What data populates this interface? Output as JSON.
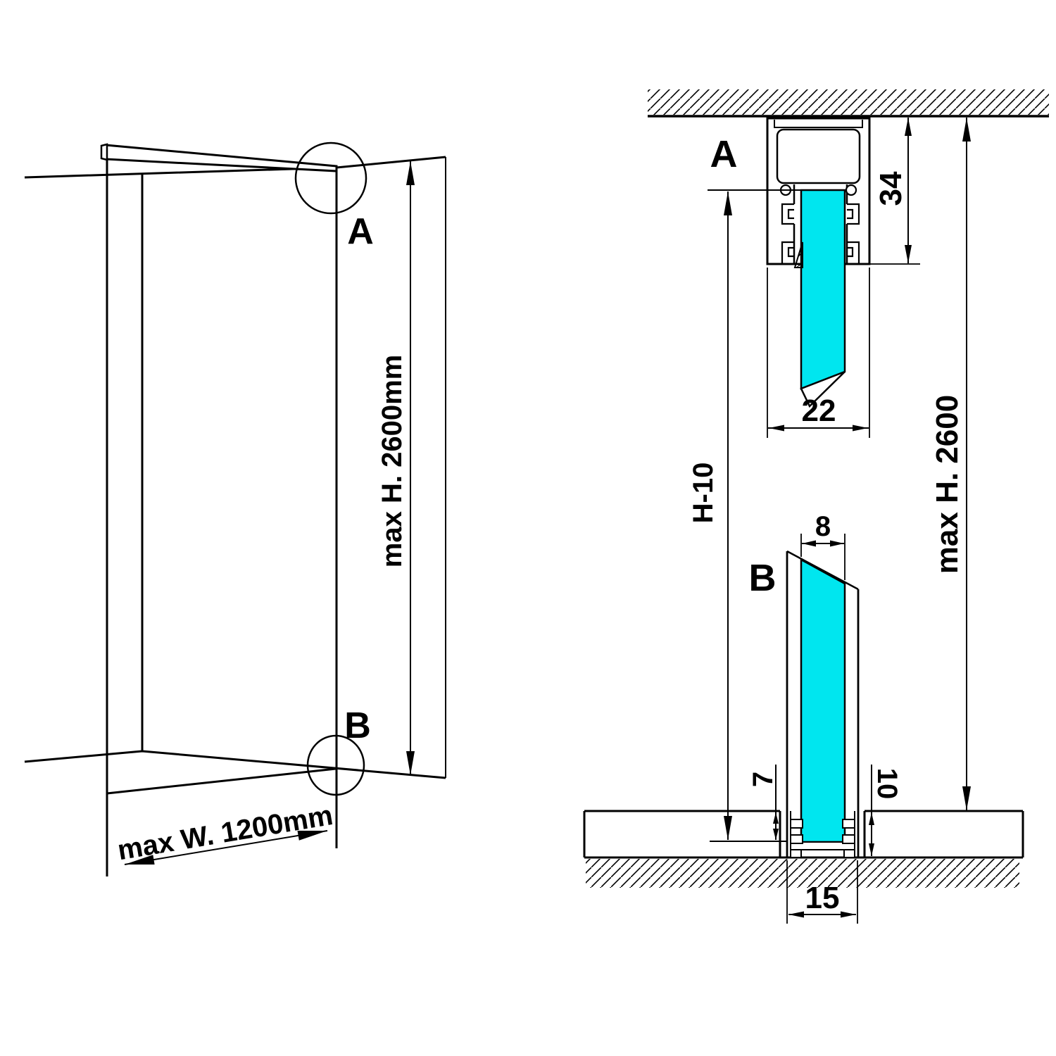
{
  "drawing": {
    "glass_color": "#00e6ef",
    "line_color": "#000000"
  },
  "overview": {
    "callout_a": "A",
    "callout_b": "B",
    "max_height_label": "max H. 2600mm",
    "max_width_label": "max W. 1200mm"
  },
  "detail_a": {
    "label": "A",
    "profile_height": "34",
    "profile_width": "22"
  },
  "detail_b": {
    "label": "B",
    "glass_thickness": "8",
    "glass_inset_depth": "7",
    "recess_depth": "10",
    "channel_width": "15"
  },
  "shared_dimensions": {
    "glass_height": "H-10",
    "max_height": "max H. 2600"
  }
}
